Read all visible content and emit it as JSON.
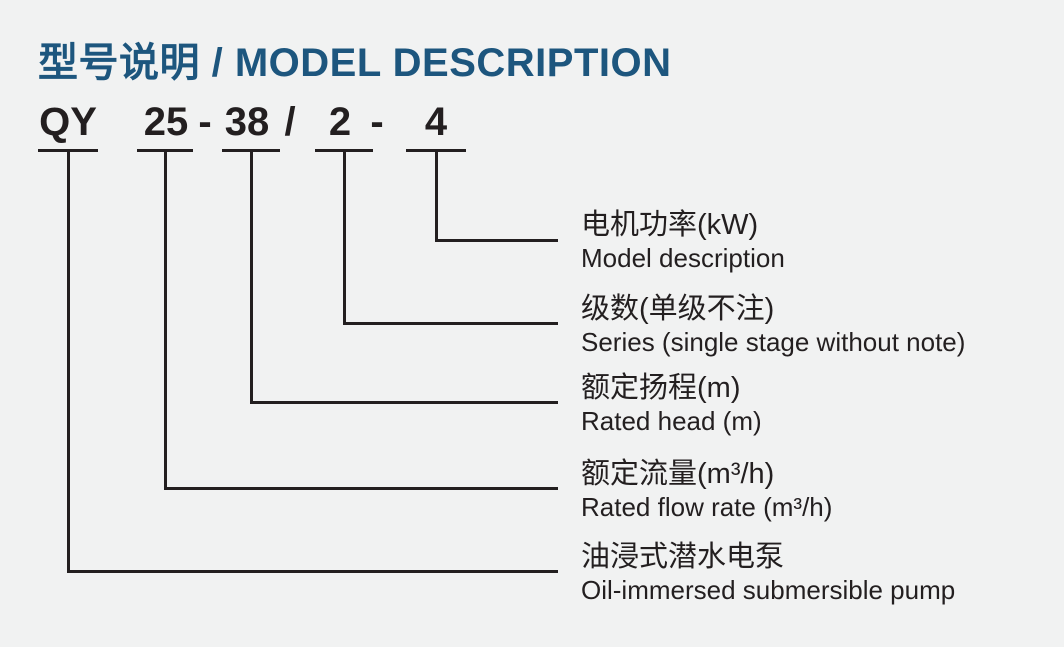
{
  "page": {
    "background_color": "#f1f2f2",
    "ink_color": "#231f20"
  },
  "title": {
    "text": "型号说明 / MODEL DESCRIPTION",
    "color": "#1d567e"
  },
  "model_code": {
    "tokens": [
      "QY",
      "25",
      "-",
      "38",
      "/",
      "2",
      "-",
      "4"
    ]
  },
  "legend": {
    "rows": [
      {
        "code_part": "4",
        "cn": "电机功率(kW)",
        "en": "Model description"
      },
      {
        "code_part": "2",
        "cn": "级数(单级不注)",
        "en": "Series (single stage without note)"
      },
      {
        "code_part": "38",
        "cn": "额定扬程(m)",
        "en": "Rated head (m)"
      },
      {
        "code_part": "25",
        "cn": "额定流量(m³/h)",
        "en": "Rated flow rate (m³/h)"
      },
      {
        "code_part": "QY",
        "cn": "油浸式潜水电泵",
        "en": "Oil-immersed submersible pump"
      }
    ]
  }
}
